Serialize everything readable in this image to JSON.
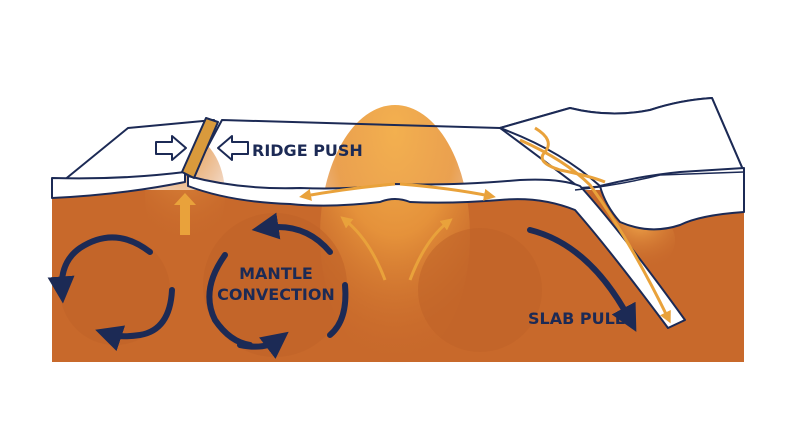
{
  "labels": {
    "ridge_push": "RIDGE PUSH",
    "mantle_convection_line1": "MANTLE",
    "mantle_convection_line2": "CONVECTION",
    "slab_pull": "SLAB PULL"
  },
  "colors": {
    "mantle": "#c8692b",
    "mantle_glow": "#f0a54a",
    "crust": "#ffffff",
    "outline": "#1c2a55",
    "navy_arrow": "#1c2a55",
    "orange_arrow": "#e9a23b",
    "ridge_fill": "#d99a3c"
  }
}
